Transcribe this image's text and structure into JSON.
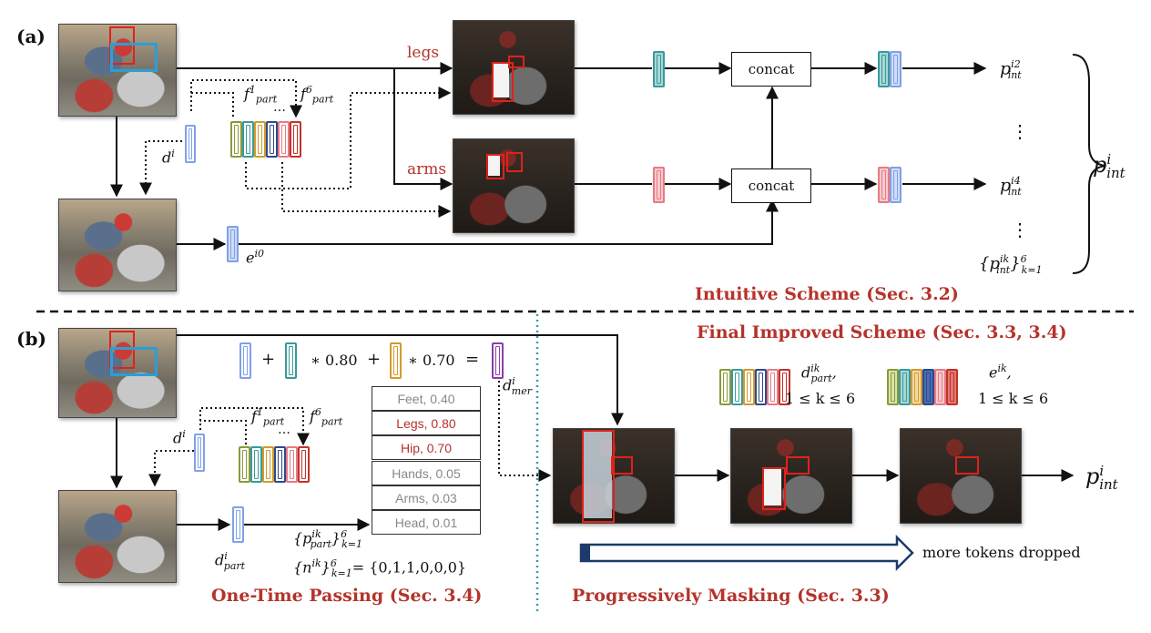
{
  "panel_a": {
    "label": "(a)",
    "legs_label": "legs",
    "arms_label": "arms",
    "concat_top": "concat",
    "concat_bottom": "concat",
    "ellipsis_v1": "⋮",
    "ellipsis_v2": "⋮",
    "ellipsis_h": "…",
    "title": "Intuitive Scheme (Sec. 3.2)"
  },
  "panel_b": {
    "label": "(b)",
    "formula": {
      "plus1": "+",
      "times1": "∗ 0.80",
      "plus2": "+",
      "times2": "∗ 0.70",
      "equals": "="
    },
    "table": [
      {
        "text": "Feet, 0.40",
        "highlight": false
      },
      {
        "text": "Legs, 0.80",
        "highlight": true
      },
      {
        "text": "Hip, 0.70",
        "highlight": true
      },
      {
        "text": "Hands, 0.05",
        "highlight": false
      },
      {
        "text": "Arms, 0.03",
        "highlight": false
      },
      {
        "text": "Head, 0.01",
        "highlight": false
      }
    ],
    "final_title": "Final Improved Scheme (Sec. 3.3, 3.4)",
    "one_time_title": "One-Time Passing (Sec. 3.4)",
    "progressive_title": "Progressively Masking (Sec. 3.3)",
    "more_tokens": "more tokens dropped",
    "k_range_1": "1  ≤ k ≤ 6",
    "k_range_2": "1  ≤ k ≤ 6",
    "n_set": "= {0,1,1,0,0,0}",
    "ellipsis_h": "…"
  },
  "colors": {
    "title_red": "#b5332b",
    "token_olive": "#8a9a3a",
    "token_teal": "#3a9a9a",
    "token_orange": "#d39a2c",
    "token_navy": "#2e4a8a",
    "token_pink": "#e77b84",
    "token_red": "#c0332b",
    "token_blue": "#7fa1e6",
    "token_purple": "#8a3fa8",
    "divider_teal": "#3a9aa0"
  }
}
